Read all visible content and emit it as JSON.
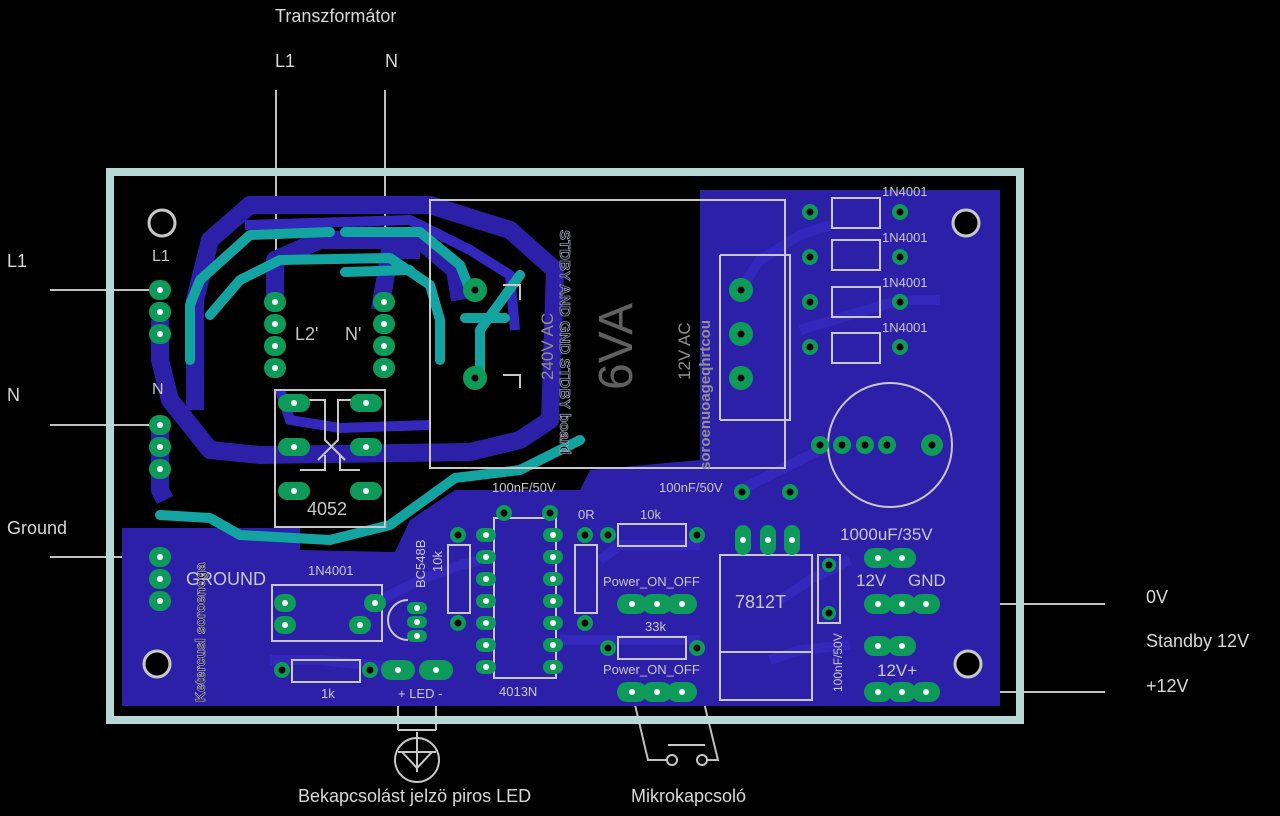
{
  "external_labels": {
    "transformer_title": "Transzformátor",
    "transformer_l1": "L1",
    "transformer_n": "N",
    "mains_l1": "L1",
    "mains_n": "N",
    "ground": "Ground",
    "out_0v": "0V",
    "out_standby": "Standby 12V",
    "out_12v": "+12V",
    "led_caption": "Bekapcsolást jelzö piros LED",
    "switch_caption": "Mikrokapcsoló"
  },
  "board": {
    "label_l1": "L1",
    "label_n": "N",
    "label_ground": "GROUND",
    "label_l2p": "L2'",
    "label_np": "N'",
    "relay": "4052",
    "transformer_power": "6VA",
    "transformer_primary": "240V AC",
    "transformer_secondary": "12V AC",
    "transformer_brand": "soroenuoageqhrtcou",
    "diode_1": "1N4001",
    "diode_2": "1N4001",
    "diode_3": "1N4001",
    "diode_4": "1N4001",
    "diode_5": "1N4001",
    "cap_main": "1000uF/35V",
    "cap_c1": "100nF/50V",
    "cap_c2": "100nF/50V",
    "cap_c3": "100nF/50V",
    "regulator": "7812T",
    "ic": "4013N",
    "transistor": "BC548B",
    "res_10k_vertical": "10k",
    "res_0r": "0R",
    "res_10k": "10k",
    "res_33k": "33k",
    "res_1k": "1k",
    "led_label": "+ LED -",
    "switch_1": "Power_ON_OFF",
    "switch_2": "Power_ON_OFF",
    "out_12v": "12V",
    "out_gnd": "GND",
    "out_12vplus": "12V+",
    "side_right": "STDBY AND GND STDBY board",
    "side_left": "Ketercusl soroenoga"
  },
  "colors": {
    "background": "#000000",
    "board_outline": "#b8d8d6",
    "copper": "#2c20a8",
    "copper_light": "#3428bc",
    "trace_teal": "#13a3a0",
    "pad_green": "#0e9a58",
    "silkscreen": "#c8c8c8",
    "annotation": "#d8d8d8"
  }
}
